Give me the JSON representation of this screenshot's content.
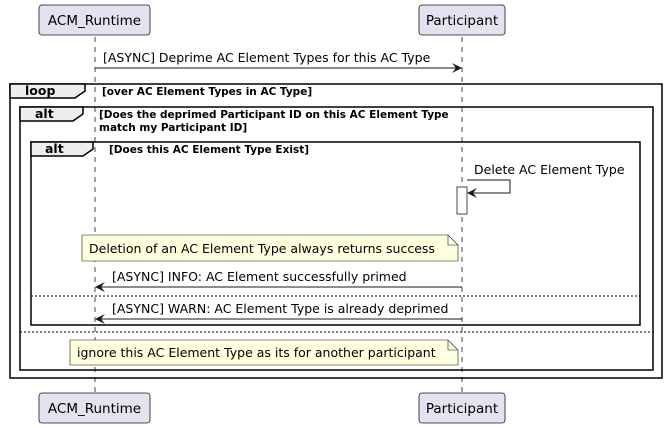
{
  "participants": {
    "left": "ACM_Runtime",
    "right": "Participant"
  },
  "messages": {
    "deprime": "[ASYNC] Deprime AC Element Types for this AC Type",
    "delete": "Delete AC Element Type",
    "info": "[ASYNC] INFO: AC Element successfully primed",
    "warn": "[ASYNC] WARN: AC Element Type is already deprimed"
  },
  "fragments": {
    "loop_keyword": "loop",
    "loop_condition": "[over AC Element Types in AC Type]",
    "alt_outer_keyword": "alt",
    "alt_outer_condition_line1": "[Does the deprimed Participant ID on this AC Element Type",
    "alt_outer_condition_line2": "match my Participant ID]",
    "alt_inner_keyword": "alt",
    "alt_inner_condition": "[Does this AC Element Type Exist]"
  },
  "notes": {
    "deletion": "Deletion of an AC Element Type always returns success",
    "ignore": "ignore this AC Element Type as its for another participant"
  },
  "colors": {
    "participant_fill": "#E2E2F0",
    "participant_border": "#181818",
    "note_fill": "#FEFFDD",
    "lifeline": "#181818"
  }
}
